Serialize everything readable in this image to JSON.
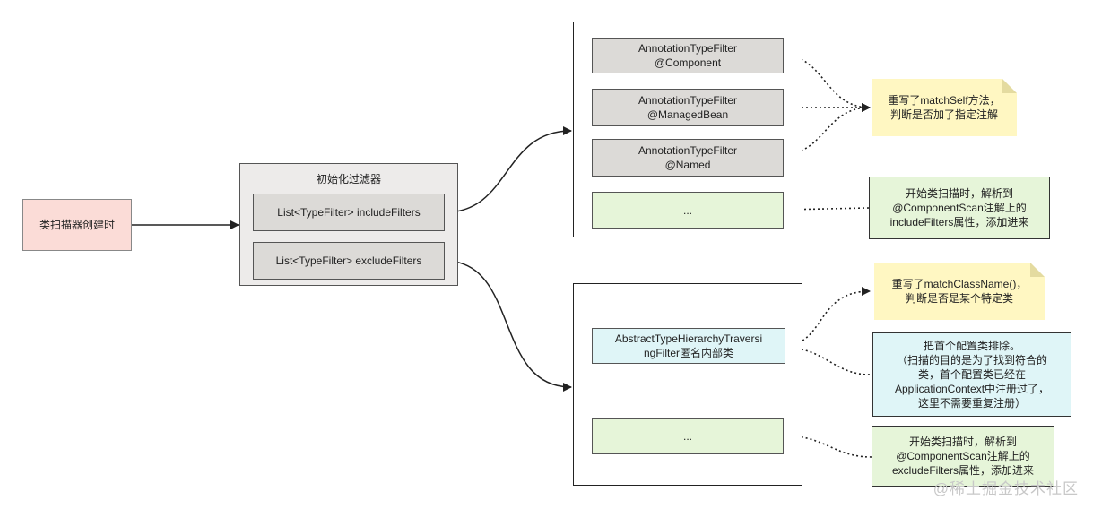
{
  "nodes": {
    "trigger": "类扫描器创建时",
    "init_title": "初始化过滤器",
    "include_filters": "List<TypeFilter> includeFilters",
    "exclude_filters": "List<TypeFilter> excludeFilters",
    "include_items": [
      {
        "line1": "AnnotationTypeFilter",
        "line2": "@Component"
      },
      {
        "line1": "AnnotationTypeFilter",
        "line2": "@ManagedBean"
      },
      {
        "line1": "AnnotationTypeFilter",
        "line2": "@Named"
      }
    ],
    "include_more": "...",
    "exclude_item_line1": "AbstractTypeHierarchyTraversi",
    "exclude_item_line2": "ngFilter匿名内部类",
    "exclude_more": "..."
  },
  "notes": {
    "match_self": {
      "line1": "重写了matchSelf方法，",
      "line2": "判断是否加了指定注解"
    },
    "include_scan": {
      "line1": "开始类扫描时，解析到",
      "line2": "@ComponentScan注解上的",
      "line3": "includeFilters属性，添加进来"
    },
    "match_class_name": {
      "line1": "重写了matchClassName()，",
      "line2": "判断是否是某个特定类"
    },
    "exclude_config": {
      "line1": "把首个配置类排除。",
      "line2": "（扫描的目的是为了找到符合的",
      "line3": "类，首个配置类已经在",
      "line4": "ApplicationContext中注册过了，",
      "line5": "这里不需要重复注册）"
    },
    "exclude_scan": {
      "line1": "开始类扫描时，解析到",
      "line2": "@ComponentScan注解上的",
      "line3": "excludeFilters属性，添加进来"
    }
  },
  "watermark": "@稀土掘金技术社区"
}
